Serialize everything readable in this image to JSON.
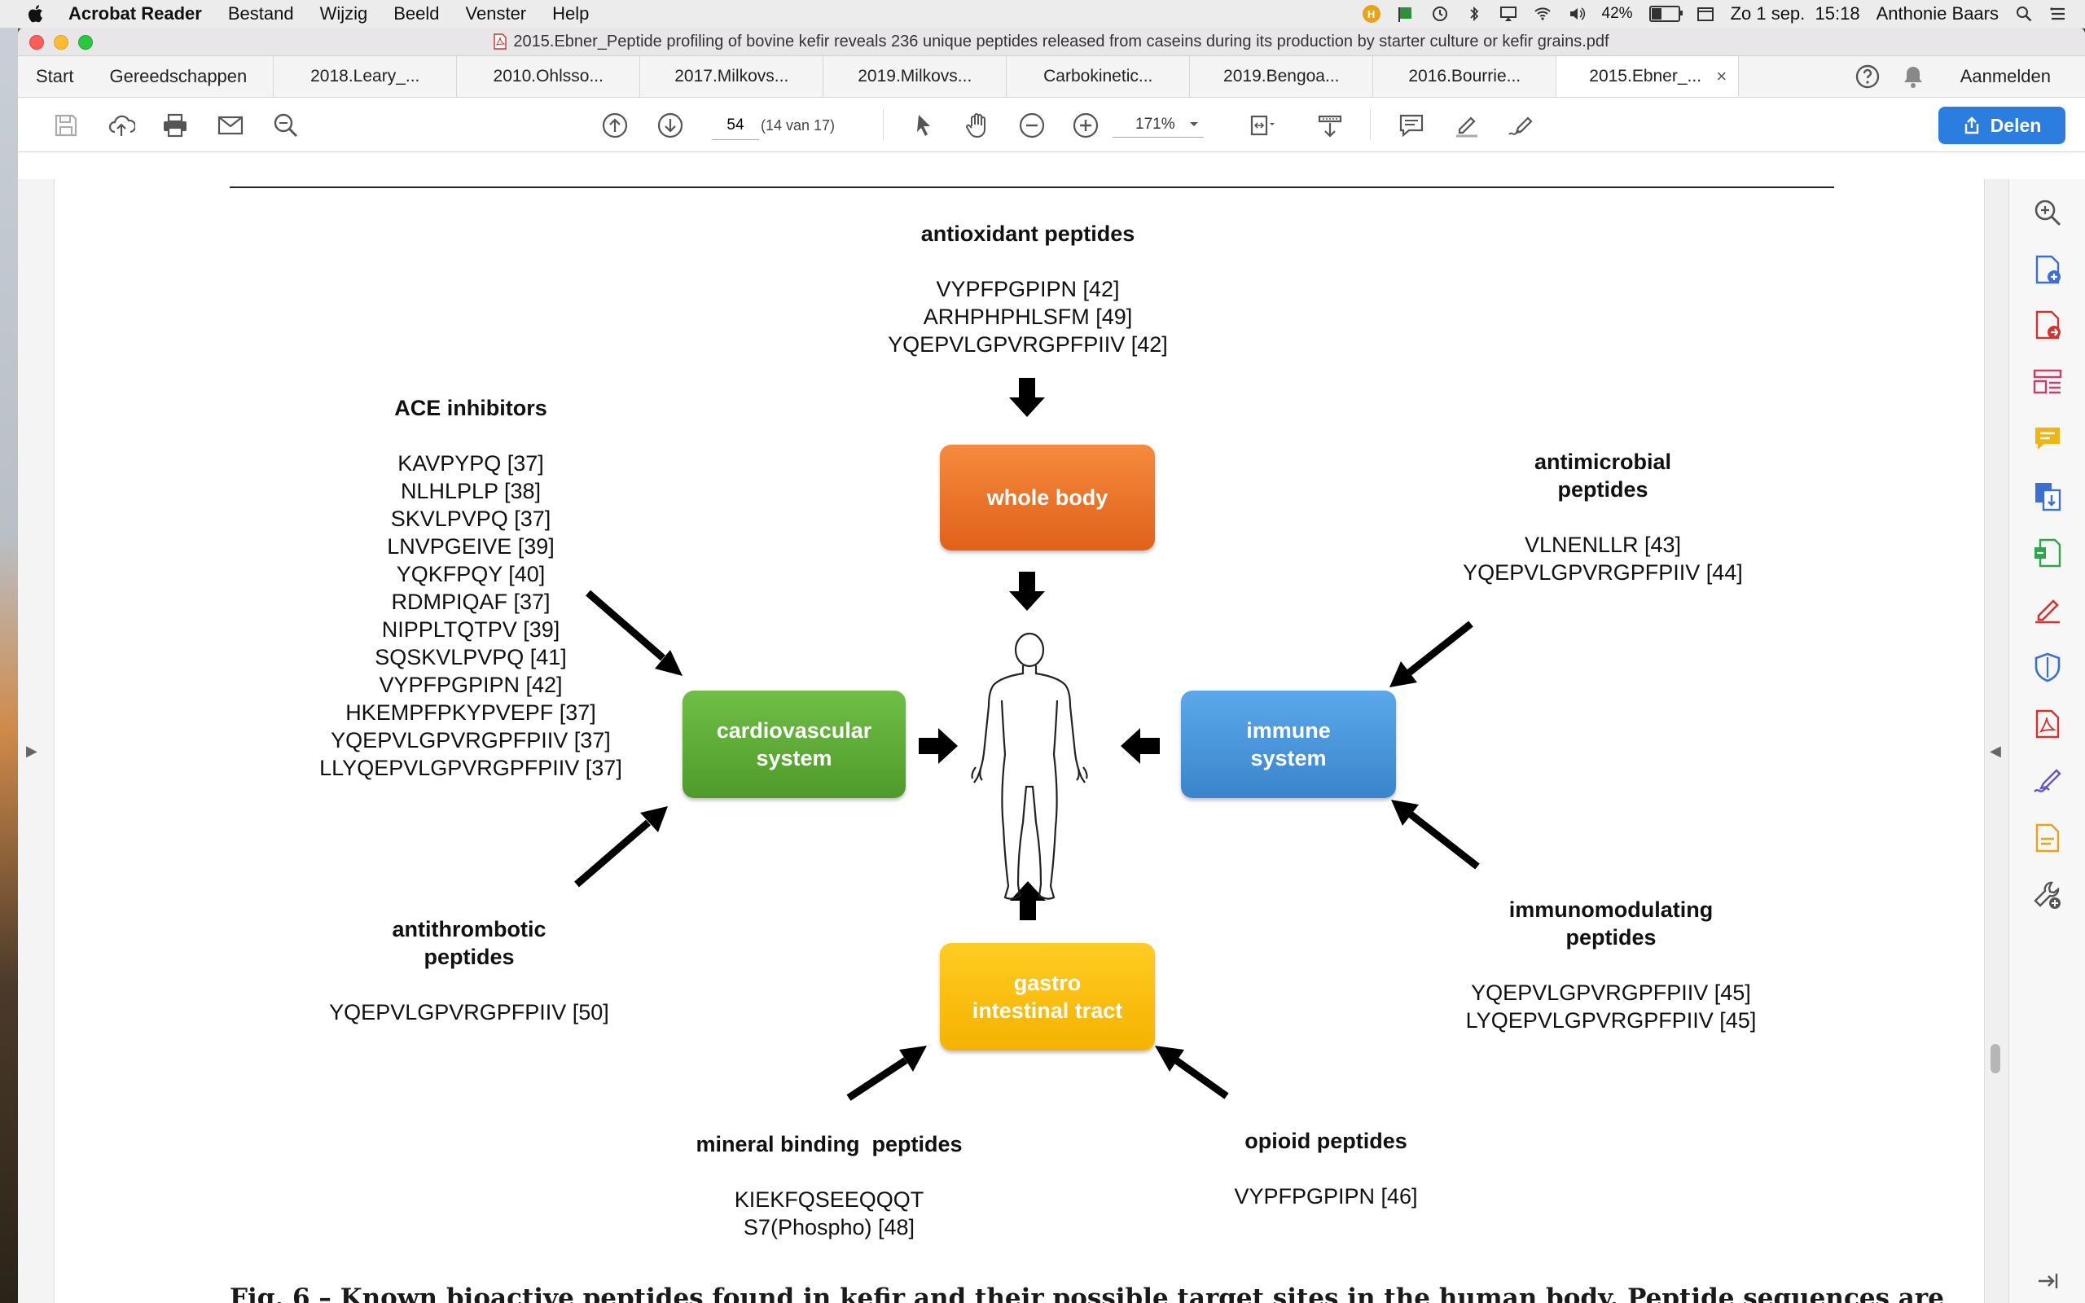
{
  "menubar": {
    "app_name": "Acrobat Reader",
    "items": [
      "Bestand",
      "Wijzig",
      "Beeld",
      "Venster",
      "Help"
    ],
    "battery": "42%",
    "battery_fraction": 0.42,
    "datetime": "Zo 1 sep.  15:18",
    "user": "Anthonie Baars",
    "badge_letter": "H"
  },
  "window": {
    "title": "2015.Ebner_Peptide profiling of bovine kefir reveals 236 unique peptides released from caseins during its production by starter culture or kefir grains.pdf"
  },
  "tabs": {
    "home": "Start",
    "tools": "Gereedschappen",
    "documents": [
      "2018.Leary_...",
      "2010.Ohlsso...",
      "2017.Milkovs...",
      "2019.Milkovs...",
      "Carbokinetic...",
      "2019.Bengoa...",
      "2016.Bourrie...",
      "2015.Ebner_..."
    ],
    "active_close": "×",
    "signin": "Aanmelden"
  },
  "toolbar": {
    "page_value": "54",
    "page_count": "(14 van 17)",
    "zoom": "171%",
    "share_label": "Delen"
  },
  "figure": {
    "antioxidant": {
      "title": "antioxidant peptides",
      "seqs": [
        "VYPFPGPIPN [42]",
        "ARHPHPHLSFM [49]",
        "YQEPVLGPVRGPFPIIV [42]"
      ]
    },
    "ace": {
      "title": "ACE inhibitors",
      "seqs": [
        "KAVPYPQ [37]",
        "NLHLPLP [38]",
        "SKVLPVPQ [37]",
        "LNVPGEIVE [39]",
        "YQKFPQY [40]",
        "RDMPIQAF [37]",
        "NIPPLTQTPV [39]",
        "SQSKVLPVPQ [41]",
        "VYPFPGPIPN [42]",
        "HKEMPFPKYPVEPF [37]",
        "YQEPVLGPVRGPFPIIV [37]",
        "LLYQEPVLGPVRGPFPIIV [37]"
      ]
    },
    "antimicrobial": {
      "title_line1": "antimicrobial",
      "title_line2": "peptides",
      "seqs": [
        "VLNENLLR [43]",
        "YQEPVLGPVRGPFPIIV [44]"
      ]
    },
    "antithrombotic": {
      "title_line1": "antithrombotic",
      "title_line2": "peptides",
      "seqs": [
        "YQEPVLGPVRGPFPIIV [50]"
      ]
    },
    "immunomodulating": {
      "title_line1": "immunomodulating",
      "title_line2": "peptides",
      "seqs": [
        "YQEPVLGPVRGPFPIIV [45]",
        "LYQEPVLGPVRGPFPIIV [45]"
      ]
    },
    "mineral": {
      "title": "mineral binding  peptides",
      "seqs": [
        "KIEKFQSEEQQQT",
        "S7(Phospho) [48]"
      ]
    },
    "opioid": {
      "title": "opioid peptides",
      "seqs": [
        "VYPFPGPIPN [46]"
      ]
    },
    "boxes": {
      "whole_body": "whole body",
      "cardio_line1": "cardiovascular",
      "cardio_line2": "system",
      "immune_line1": "immune",
      "immune_line2": "system",
      "gastro_line1": "gastro",
      "gastro_line2": "intestinal tract"
    },
    "caption": "Fig. 6 – Known bioactive peptides found in kefir and their possible target sites in the human body. Peptide sequences are"
  },
  "colors": {
    "whole_body": "#e8701f",
    "cardiovascular": "#5ead38",
    "immune": "#4a93dc",
    "gastro": "#fcbf0a",
    "share_button": "#2b7ddf"
  },
  "icons": {
    "toolbar": [
      "save-icon",
      "upload-cloud-icon",
      "print-icon",
      "mail-icon",
      "search-icon",
      "page-up-icon",
      "page-down-icon",
      "select-arrow-icon",
      "hand-icon",
      "zoom-out-icon",
      "zoom-in-icon",
      "fit-page-icon",
      "scroll-icon",
      "comment-icon",
      "highlight-pen-icon",
      "sign-icon"
    ],
    "right_panel": [
      "zoom-tool-icon",
      "create-pdf-icon",
      "export-pdf-icon",
      "organize-pages-icon",
      "comment-tool-icon",
      "combine-files-icon",
      "edit-pdf-icon",
      "fill-sign-icon",
      "protect-icon",
      "pdf-icon",
      "sign-request-icon",
      "send-review-icon",
      "more-tools-icon"
    ]
  }
}
